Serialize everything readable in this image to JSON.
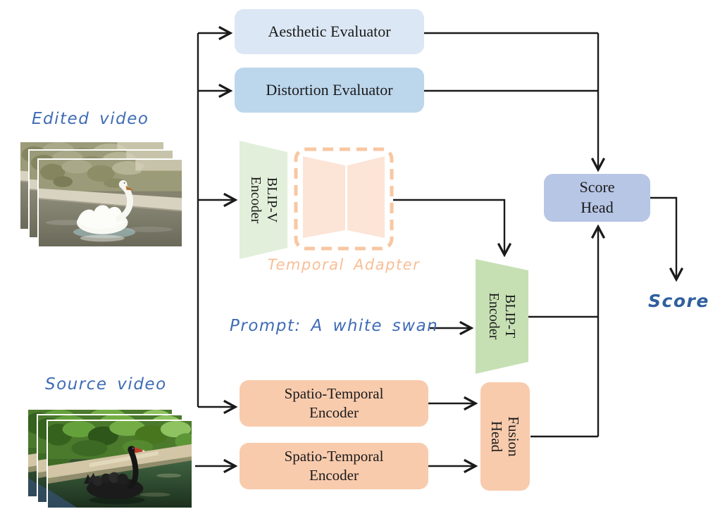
{
  "figure": {
    "background": "#ffffff",
    "line_color": "#1a1a1a",
    "handwriting_color": "#3f6cb5",
    "labels": {
      "edited_video": "Edited video",
      "source_video": "Source video",
      "prompt": "Prompt: A white swan",
      "score_output": "Score"
    },
    "nodes": {
      "aesthetic": {
        "label": "Aesthetic Evaluator",
        "fill": "#dbe7f4"
      },
      "distortion": {
        "label": "Distortion Evaluator",
        "fill": "#bcd6ec"
      },
      "blip_v": {
        "line1": "BLIP-V",
        "line2": "Encoder",
        "fill": "#e2efda"
      },
      "adapter": {
        "label": "Temporal Adapter",
        "stroke": "#f8c7a2",
        "fill": "#fce4d6",
        "label_color": "#f9be95"
      },
      "blip_t": {
        "line1": "BLIP-T",
        "line2": "Encoder",
        "fill": "#c6e0b4"
      },
      "st_encoder_1": {
        "line1": "Spatio-Temporal",
        "line2": "Encoder",
        "fill": "#f8cbad"
      },
      "st_encoder_2": {
        "line1": "Spatio-Temporal",
        "line2": "Encoder",
        "fill": "#f8cbad"
      },
      "fusion": {
        "line1": "Fusion",
        "line2": "Head",
        "fill": "#f8cbad"
      },
      "score_head": {
        "line1": "Score",
        "line2": "Head",
        "fill": "#b7c6e5"
      }
    }
  }
}
